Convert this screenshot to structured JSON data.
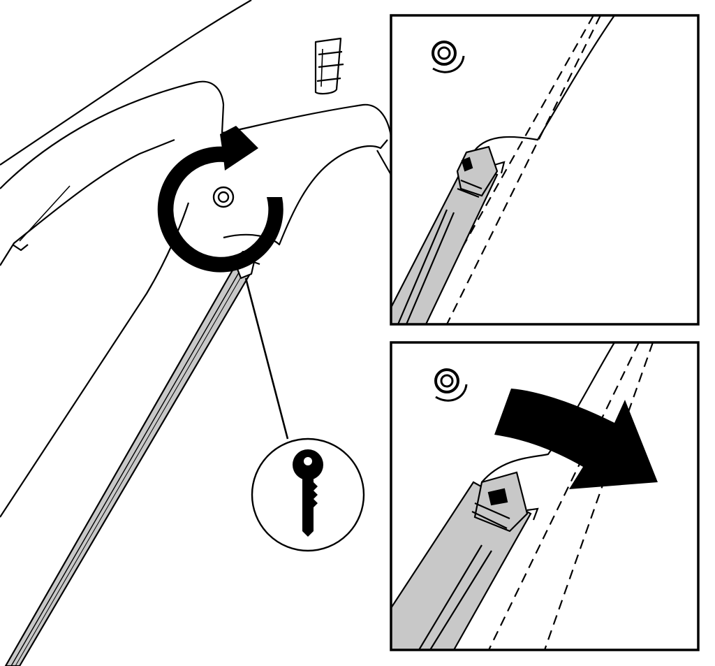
{
  "figure": {
    "main_view": {
      "rotation_symbol": "clockwise-arrow-icon",
      "pivot_symbol": "pivot-bolt-icon",
      "callout_symbol": "key-icon",
      "latch_symbol": "hinge-latch"
    },
    "detail_top": {
      "state": "closed",
      "symbols": [
        "pivot-bolt-icon",
        "hinge-latch"
      ]
    },
    "detail_bottom": {
      "state": "open",
      "symbols": [
        "pivot-bolt-icon",
        "hinge-latch",
        "swing-arrow-icon"
      ]
    },
    "colors": {
      "line": "#000000",
      "fill_gray": "#c8c8c8",
      "background": "#ffffff"
    }
  }
}
